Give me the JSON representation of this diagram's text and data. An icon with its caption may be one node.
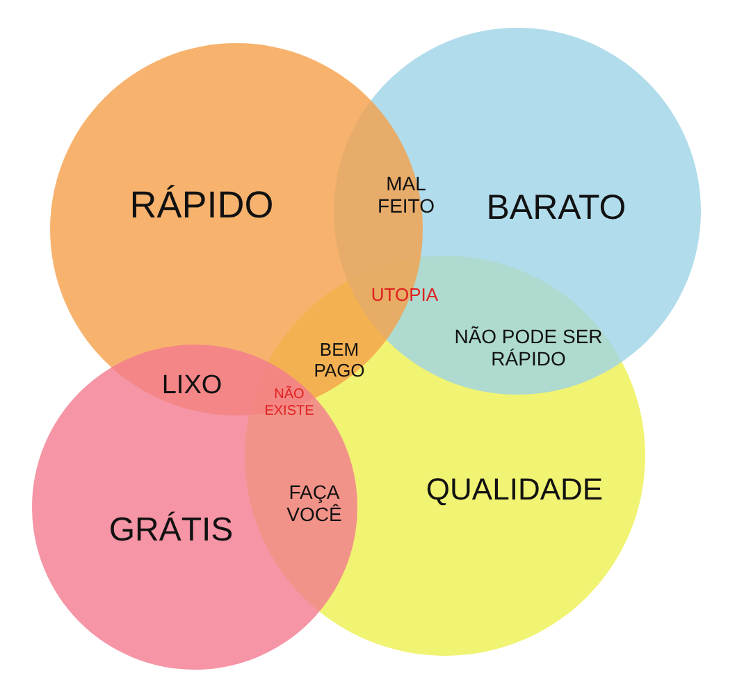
{
  "diagram": {
    "nodes": [
      {
        "text": [
          "RÁPIDO"
        ]
      },
      {
        "text": [
          "BARATO"
        ]
      },
      {
        "text": [
          "QUALIDADE"
        ]
      },
      {
        "text": [
          "GRÁTIS"
        ]
      }
    ],
    "labels": [
      "MAL FEITO",
      "UTOPIA",
      "NÃO PODE SER RÁPIDO",
      "BEM PAGO",
      "LIXO",
      "NÃO EXISTE",
      "FAÇA VOCÊ"
    ]
  }
}
